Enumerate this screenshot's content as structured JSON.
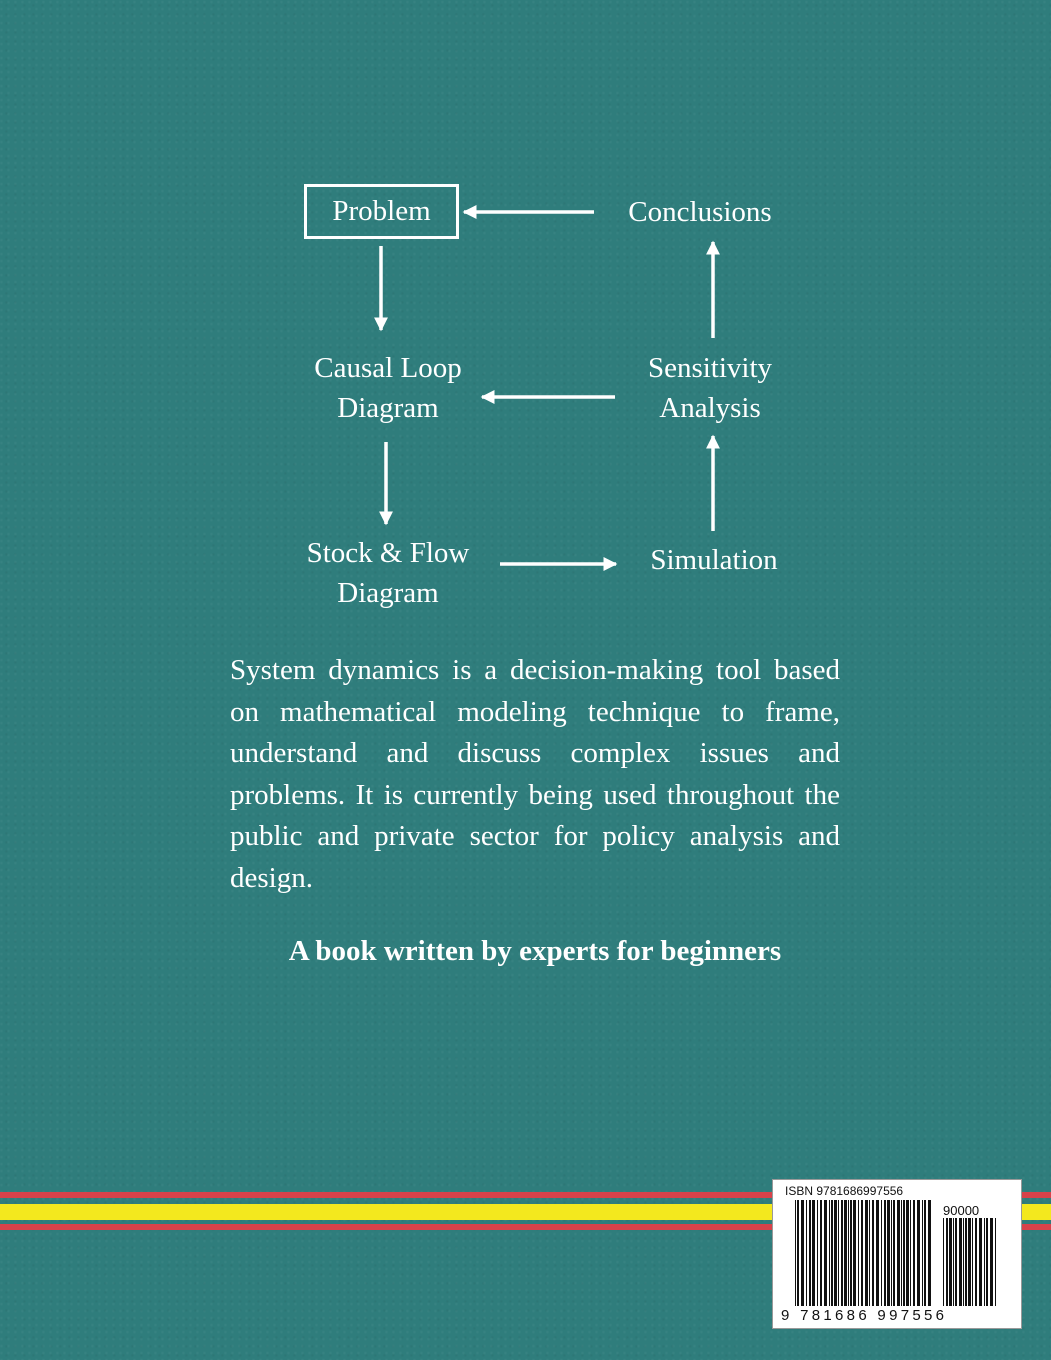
{
  "diagram": {
    "nodes": {
      "problem": "Problem",
      "conclusions": "Conclusions",
      "causal_loop": [
        "Causal Loop",
        "Diagram"
      ],
      "sensitivity": [
        "Sensitivity",
        "Analysis"
      ],
      "stock_flow": [
        "Stock & Flow",
        "Diagram"
      ],
      "simulation": "Simulation"
    },
    "edges": [
      {
        "from": "conclusions",
        "to": "problem"
      },
      {
        "from": "problem",
        "to": "causal_loop"
      },
      {
        "from": "sensitivity",
        "to": "causal_loop"
      },
      {
        "from": "causal_loop",
        "to": "stock_flow"
      },
      {
        "from": "stock_flow",
        "to": "simulation"
      },
      {
        "from": "simulation",
        "to": "sensitivity"
      },
      {
        "from": "sensitivity",
        "to": "conclusions"
      }
    ]
  },
  "description": "System dynamics is a decision-making tool based on mathematical modeling technique to frame, understand and discuss complex issues and problems. It is currently being used throughout the public and private sector for policy analysis and design.",
  "tagline": "A book written by experts for beginners",
  "barcode": {
    "isbn_label": "ISBN 9781686997556",
    "price_code": "90000",
    "digits": "9 781686 997556"
  },
  "colors": {
    "background": "#2f7d7c",
    "stripe_red": "#d8424a",
    "stripe_yellow": "#f3e81e",
    "text": "#ffffff"
  }
}
